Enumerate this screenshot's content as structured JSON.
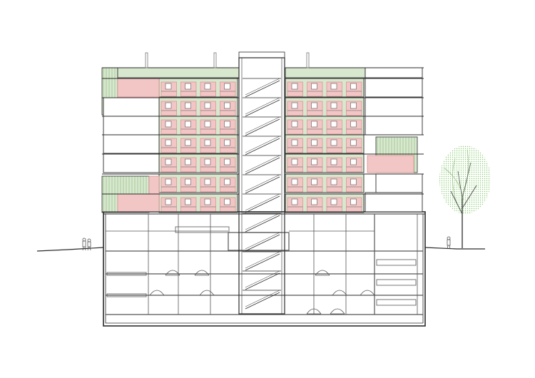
{
  "drawing": {
    "type": "architectural-section",
    "colors": {
      "line": "#2b2b2b",
      "thin_line": "#6a6a6a",
      "green_fill": "#d8e8cf",
      "green_hatch": "#9dc38a",
      "pink_fill": "#f3c6c6",
      "pink_line": "#d88f8f",
      "tree_green": "#8ecb76",
      "background": "#ffffff"
    },
    "upper_floor_count": 7,
    "basement_floor_count": 3,
    "figures": [
      "person-left",
      "person-left-2",
      "person-right"
    ]
  }
}
